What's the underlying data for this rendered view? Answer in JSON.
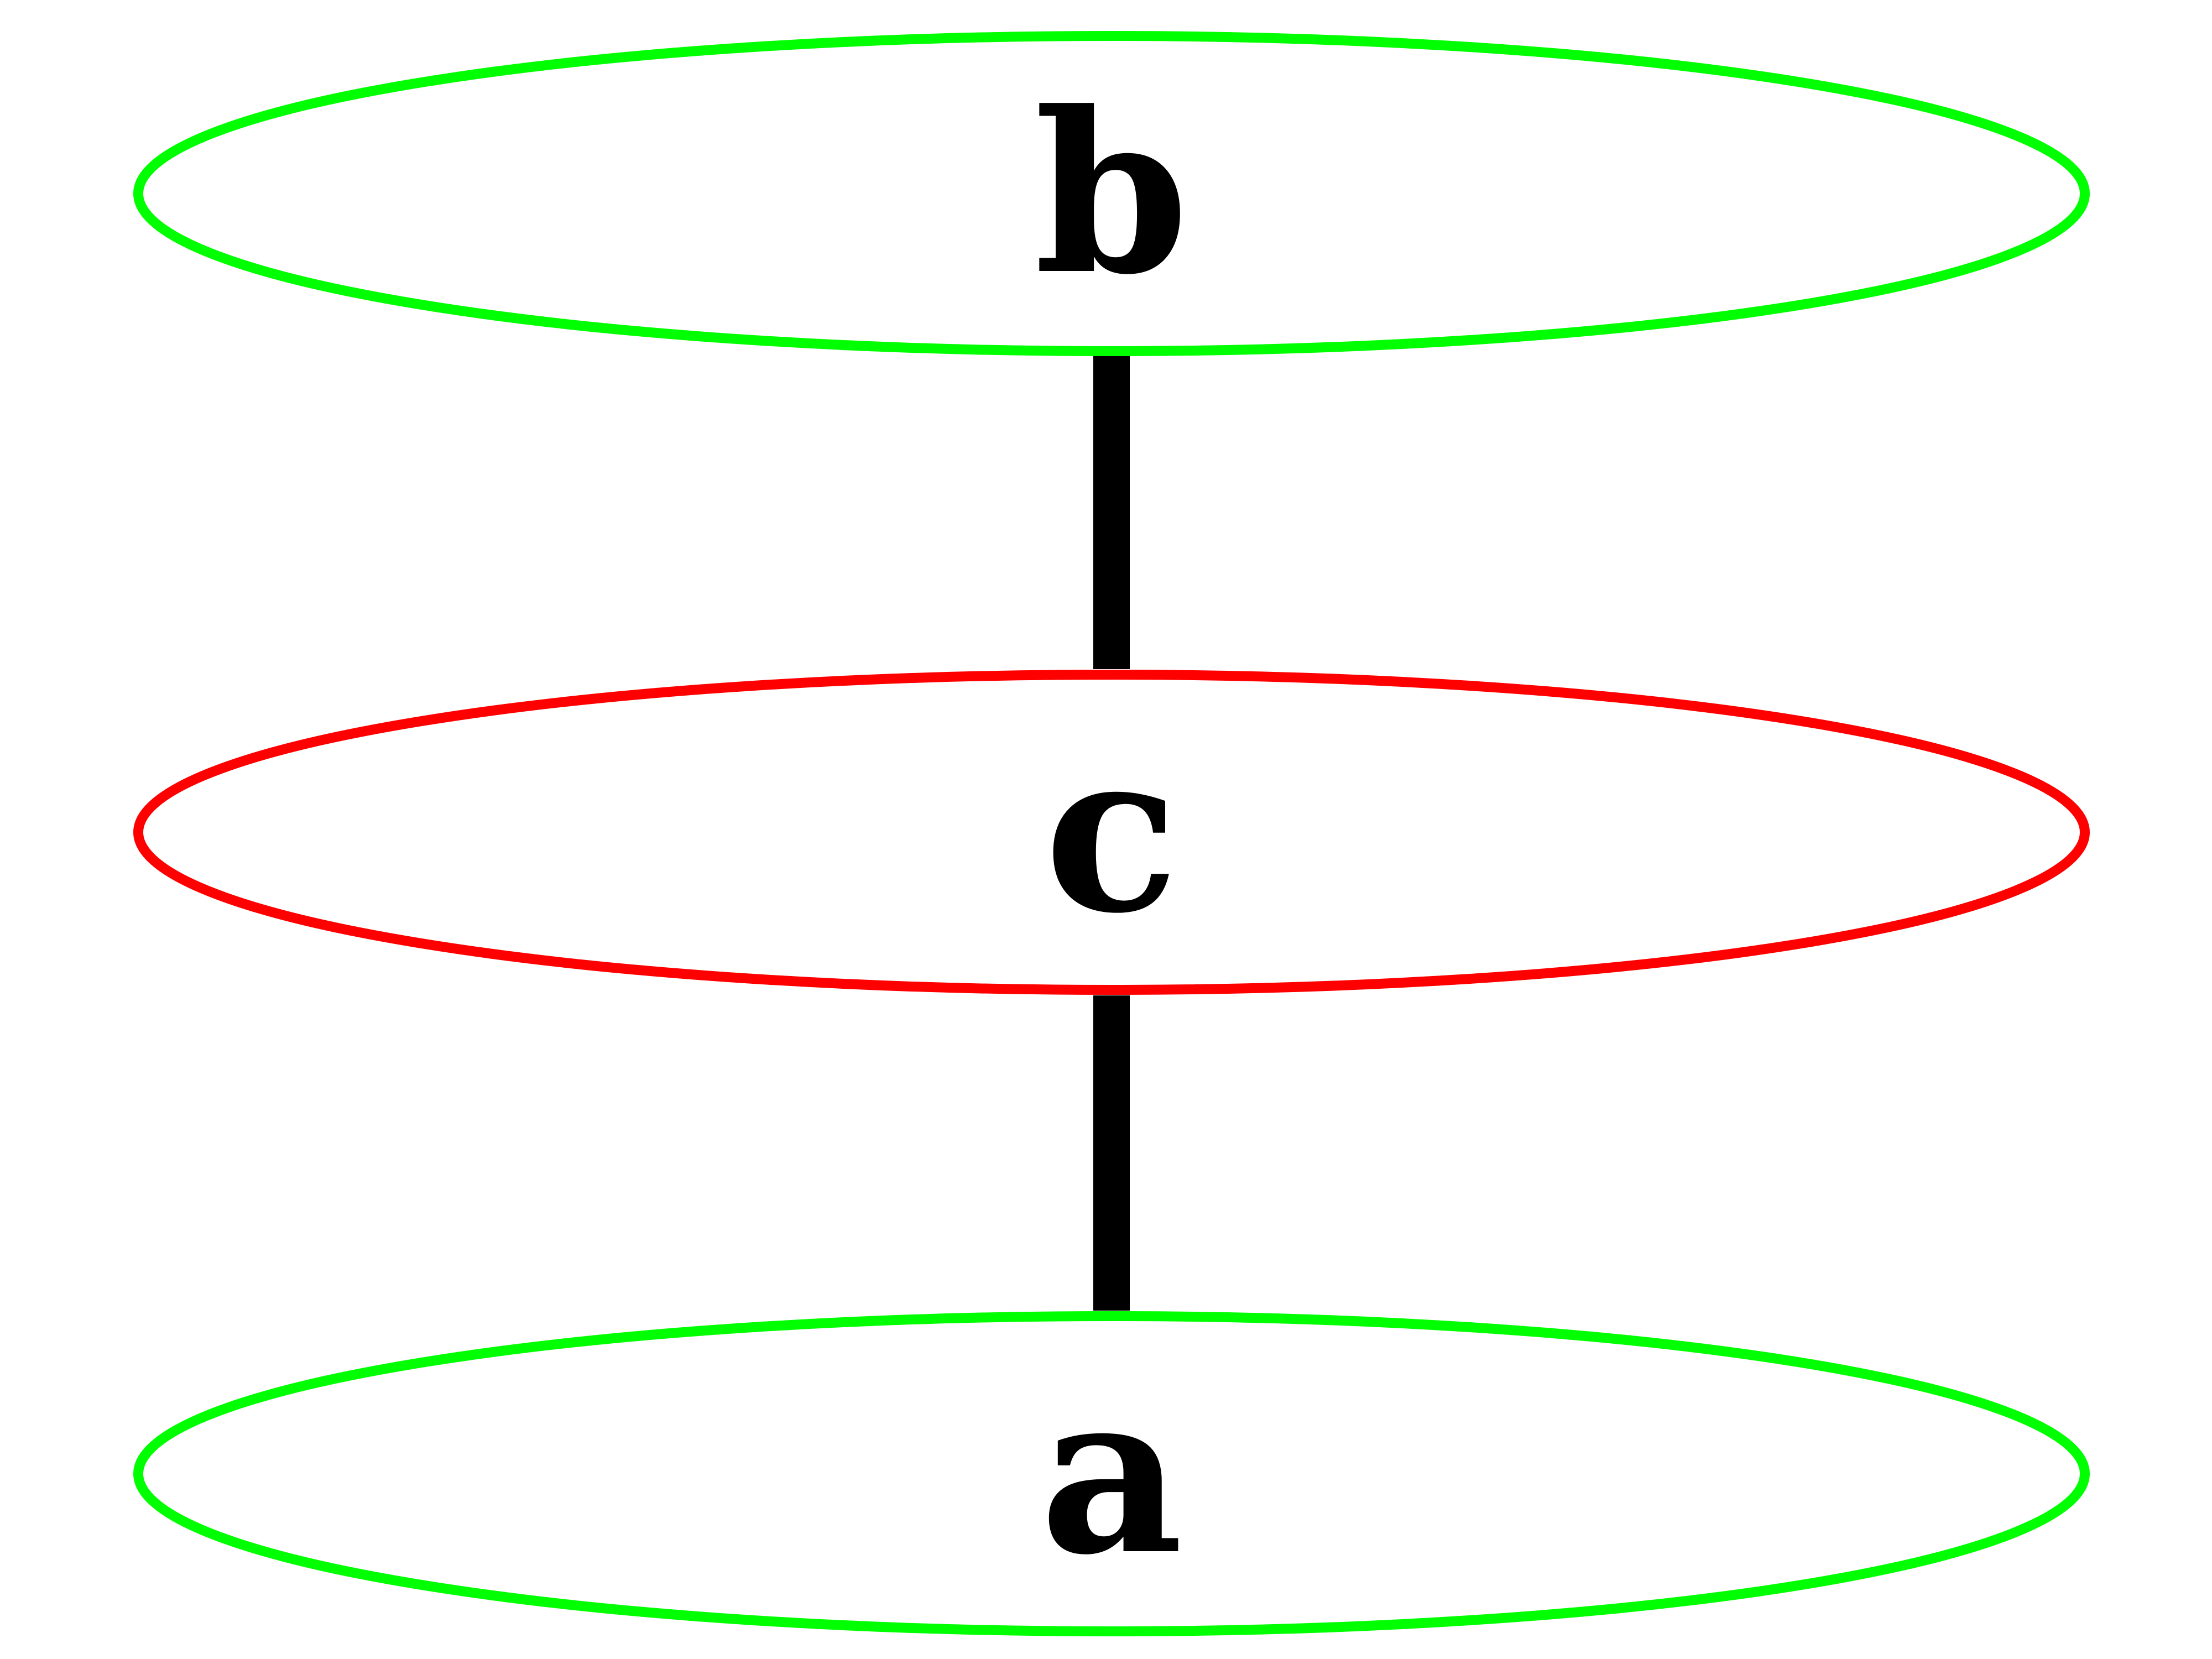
{
  "diagram": {
    "type": "graph",
    "nodes": [
      {
        "id": "b",
        "label": "b",
        "border_color": "#00ff00"
      },
      {
        "id": "c",
        "label": "c",
        "border_color": "#ff0000"
      },
      {
        "id": "a",
        "label": "a",
        "border_color": "#00ff00"
      }
    ],
    "edges": [
      {
        "from": "b",
        "to": "c",
        "color": "#000000"
      },
      {
        "from": "c",
        "to": "a",
        "color": "#000000"
      }
    ]
  }
}
